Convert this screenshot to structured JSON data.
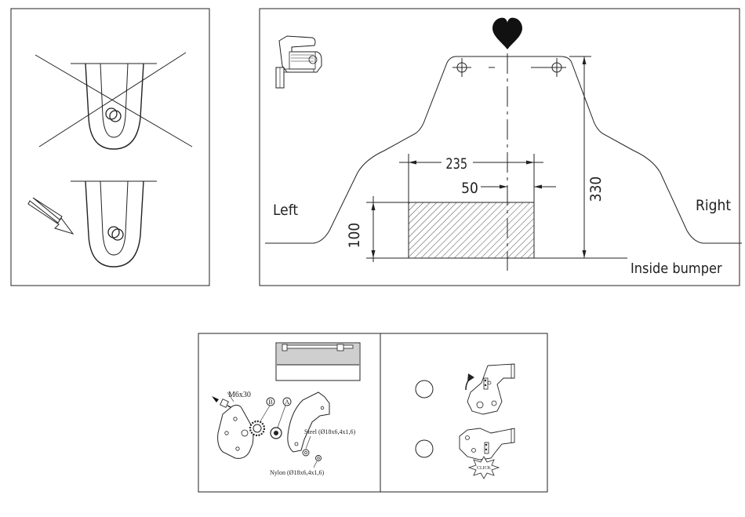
{
  "bumper_template": {
    "label_left": "Left",
    "label_right": "Right",
    "label_inside": "Inside bumper",
    "dim_width": "235",
    "dim_offset": "50",
    "dim_height_total": "330",
    "dim_height_cutout": "100"
  },
  "exploded_view": {
    "bolt_label": "M6x30",
    "part_b_label": "B",
    "part_a_label": "A",
    "steel_washer_label": "Steel (Ø18x6,4x1,6)",
    "nylon_washer_label": "Nylon (Ø18x6,4x1,6)"
  },
  "mechanism": {
    "click_label": "CLICK"
  }
}
